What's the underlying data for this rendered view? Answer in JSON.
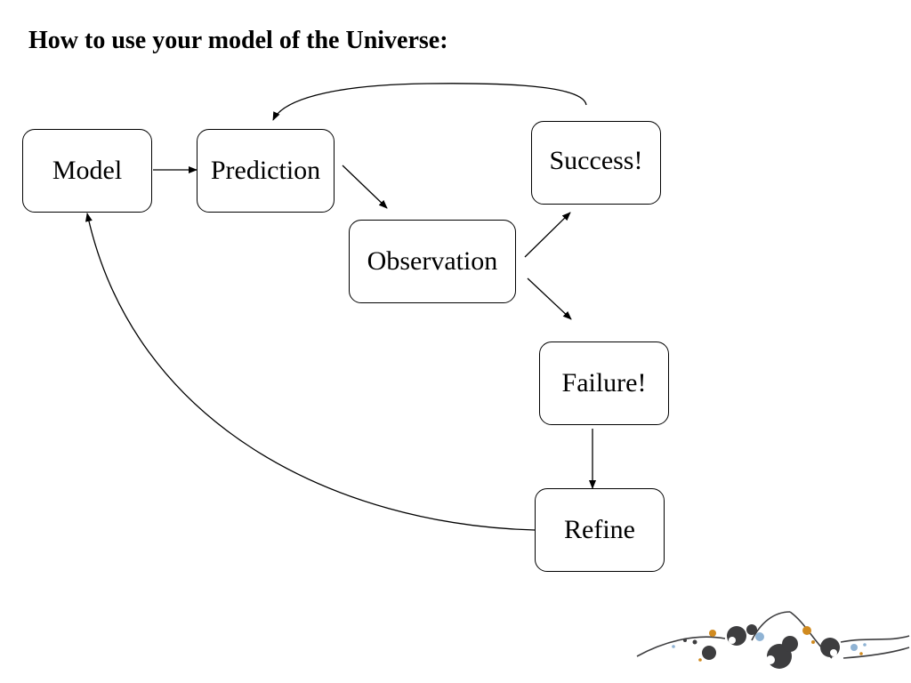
{
  "slide": {
    "title": "How to use your model of the Universe:"
  },
  "diagram": {
    "nodes": {
      "model": "Model",
      "prediction": "Prediction",
      "observation": "Observation",
      "success": "Success!",
      "failure": "Failure!",
      "refine": "Refine"
    },
    "edges": [
      {
        "from": "model",
        "to": "prediction"
      },
      {
        "from": "prediction",
        "to": "observation"
      },
      {
        "from": "observation",
        "to": "success"
      },
      {
        "from": "observation",
        "to": "failure"
      },
      {
        "from": "failure",
        "to": "refine"
      },
      {
        "from": "success",
        "to": "prediction"
      },
      {
        "from": "refine",
        "to": "model"
      }
    ]
  },
  "decoration": {
    "colors": {
      "dark": "#3d3d3f",
      "orange": "#d08a1f",
      "blue": "#8fb3d4"
    }
  }
}
